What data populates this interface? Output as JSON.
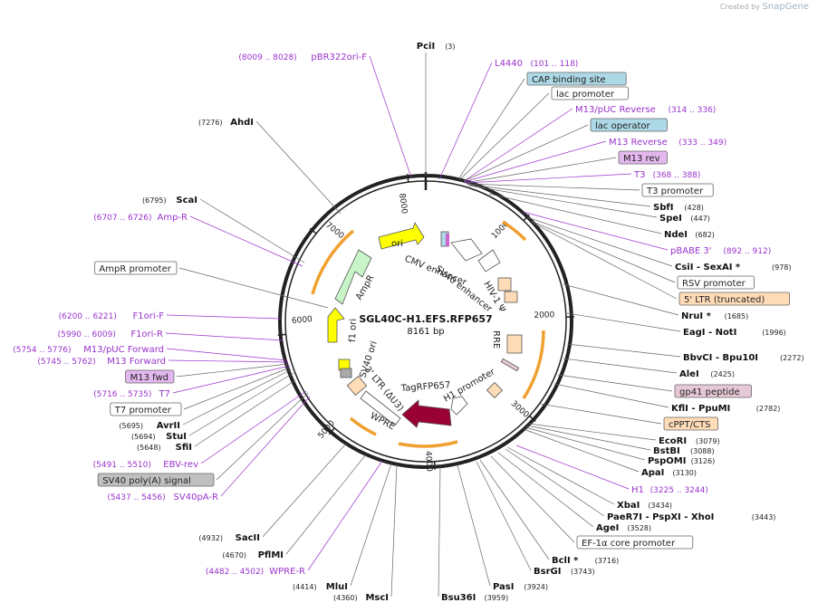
{
  "watermark": {
    "prefix": "Created by",
    "brand": "SnapGene"
  },
  "plasmid": {
    "name": "SGL40C-H1.EFS.RFP657",
    "length": "8161 bp"
  },
  "ring_ticks": [
    "1000",
    "2000",
    "3000",
    "4000",
    "5000",
    "6000",
    "7000",
    "8000"
  ],
  "colors": {
    "enzyme": "#111111",
    "primer": "#9933cc",
    "feature_box": "#ffffff",
    "cap_box": "#add8e6",
    "lac_op_box": "#add8e6",
    "m13_box": "#e4b8ee",
    "ltr_box": "#ffdcb8",
    "gp41_box": "#e6c8d6",
    "sv40_box": "#c0c0c0",
    "orf_arrow": "#f0a030"
  },
  "labels": [
    {
      "id": "pcii",
      "kind": "enzyme",
      "name": "PciI",
      "pos": "(3)"
    },
    {
      "id": "l4440",
      "kind": "primer",
      "name": "L4440",
      "pos": "(101 .. 118)"
    },
    {
      "id": "cap",
      "kind": "box",
      "name": "CAP binding site",
      "fill": "#add8e6"
    },
    {
      "id": "lacpro",
      "kind": "box",
      "name": "lac promoter",
      "fill": "#ffffff"
    },
    {
      "id": "m13puc",
      "kind": "primer",
      "name": "M13/pUC Reverse",
      "pos": "(314 .. 336)"
    },
    {
      "id": "lacop",
      "kind": "box",
      "name": "lac operator",
      "fill": "#add8e6"
    },
    {
      "id": "m13rev_p",
      "kind": "primer",
      "name": "M13 Reverse",
      "pos": "(333 .. 349)"
    },
    {
      "id": "m13rev_f",
      "kind": "box",
      "name": "M13 rev",
      "fill": "#e4b8ee"
    },
    {
      "id": "t3",
      "kind": "primer",
      "name": "T3",
      "pos": "(368 .. 388)"
    },
    {
      "id": "t3pro",
      "kind": "box",
      "name": "T3 promoter",
      "fill": "#ffffff"
    },
    {
      "id": "sbfi",
      "kind": "enzyme",
      "name": "SbfI",
      "pos": "(428)"
    },
    {
      "id": "spei",
      "kind": "enzyme",
      "name": "SpeI",
      "pos": "(447)"
    },
    {
      "id": "ndei",
      "kind": "enzyme",
      "name": "NdeI",
      "pos": "(682)"
    },
    {
      "id": "pbabe",
      "kind": "primer",
      "name": "pBABE 3'",
      "pos": "(892 .. 912)"
    },
    {
      "id": "csii",
      "kind": "enzyme",
      "name": "CsiI  - SexAI *",
      "pos": "(978)"
    },
    {
      "id": "rsv",
      "kind": "box",
      "name": "RSV promoter",
      "fill": "#ffffff"
    },
    {
      "id": "ltr5",
      "kind": "box",
      "name": "5' LTR (truncated)",
      "fill": "#ffdcb8"
    },
    {
      "id": "nrui",
      "kind": "enzyme",
      "name": "NruI *",
      "pos": "(1685)"
    },
    {
      "id": "eagi",
      "kind": "enzyme",
      "name": "EagI  - NotI",
      "pos": "(1996)"
    },
    {
      "id": "bbvci",
      "kind": "enzyme",
      "name": "BbvCI  - Bpu10I",
      "pos": "(2272)"
    },
    {
      "id": "alei",
      "kind": "enzyme",
      "name": "AleI",
      "pos": "(2425)"
    },
    {
      "id": "gp41",
      "kind": "box",
      "name": "gp41 peptide",
      "fill": "#e6c8d6"
    },
    {
      "id": "kfli",
      "kind": "enzyme",
      "name": "KflI  - PpuMI",
      "pos": "(2782)"
    },
    {
      "id": "cppt",
      "kind": "box",
      "name": "cPPT/CTS",
      "fill": "#ffdcb8"
    },
    {
      "id": "ecori",
      "kind": "enzyme",
      "name": "EcoRI",
      "pos": "(3079)"
    },
    {
      "id": "bstbi",
      "kind": "enzyme",
      "name": "BstBI",
      "pos": "(3088)"
    },
    {
      "id": "pspomi",
      "kind": "enzyme",
      "name": "PspOMI",
      "pos": "(3126)"
    },
    {
      "id": "apai",
      "kind": "enzyme",
      "name": "ApaI",
      "pos": "(3130)"
    },
    {
      "id": "h1p",
      "kind": "primer",
      "name": "H1",
      "pos": "(3225 .. 3244)"
    },
    {
      "id": "xbai",
      "kind": "enzyme",
      "name": "XbaI",
      "pos": "(3434)"
    },
    {
      "id": "paer7i",
      "kind": "enzyme",
      "name": "PaeR7I  - PspXI  - XhoI",
      "pos": "(3443)"
    },
    {
      "id": "agei",
      "kind": "enzyme",
      "name": "AgeI",
      "pos": "(3528)"
    },
    {
      "id": "ef1a",
      "kind": "box",
      "name": "EF-1α core promoter",
      "fill": "#ffffff"
    },
    {
      "id": "bcli",
      "kind": "enzyme",
      "name": "BclI *",
      "pos": "(3716)"
    },
    {
      "id": "bsrgi",
      "kind": "enzyme",
      "name": "BsrGI",
      "pos": "(3743)"
    },
    {
      "id": "pasi",
      "kind": "enzyme",
      "name": "PasI",
      "pos": "(3924)"
    },
    {
      "id": "bsu36i",
      "kind": "enzyme",
      "name": "Bsu36I",
      "pos": "(3959)"
    },
    {
      "id": "msci",
      "kind": "enzyme",
      "name": "MscI",
      "pos": "(4360)"
    },
    {
      "id": "mlui",
      "kind": "enzyme",
      "name": "MluI",
      "pos": "(4414)"
    },
    {
      "id": "wprer",
      "kind": "primer",
      "name": "WPRE-R",
      "pos": "(4482 .. 4502)"
    },
    {
      "id": "pflmi",
      "kind": "enzyme",
      "name": "PflMI",
      "pos": "(4670)"
    },
    {
      "id": "sacii",
      "kind": "enzyme",
      "name": "SacII",
      "pos": "(4932)"
    },
    {
      "id": "sv40par",
      "kind": "primer",
      "name": "SV40pA-R",
      "pos": "(5437 .. 5456)"
    },
    {
      "id": "sv40polya",
      "kind": "box",
      "name": "SV40 poly(A) signal",
      "fill": "#c0c0c0"
    },
    {
      "id": "ebvrev",
      "kind": "primer",
      "name": "EBV-rev",
      "pos": "(5491 .. 5510)"
    },
    {
      "id": "sfii",
      "kind": "enzyme",
      "name": "SfiI",
      "pos": "(5648)"
    },
    {
      "id": "stui",
      "kind": "enzyme",
      "name": "StuI",
      "pos": "(5694)"
    },
    {
      "id": "avrii",
      "kind": "enzyme",
      "name": "AvrII",
      "pos": "(5695)"
    },
    {
      "id": "t7pro",
      "kind": "box",
      "name": "T7 promoter",
      "fill": "#ffffff"
    },
    {
      "id": "t7",
      "kind": "primer",
      "name": "T7",
      "pos": "(5716 .. 5735)"
    },
    {
      "id": "m13fwd",
      "kind": "box",
      "name": "M13 fwd",
      "fill": "#e4b8ee"
    },
    {
      "id": "m13forward",
      "kind": "primer",
      "name": "M13 Forward",
      "pos": "(5745 .. 5762)"
    },
    {
      "id": "m13pucf",
      "kind": "primer",
      "name": "M13/pUC Forward",
      "pos": "(5754 .. 5776)"
    },
    {
      "id": "f1orir",
      "kind": "primer",
      "name": "F1ori-R",
      "pos": "(5990 .. 6009)"
    },
    {
      "id": "f1orif",
      "kind": "primer",
      "name": "F1ori-F",
      "pos": "(6200 .. 6221)"
    },
    {
      "id": "amprpro",
      "kind": "box",
      "name": "AmpR promoter",
      "fill": "#ffffff"
    },
    {
      "id": "ampr_p",
      "kind": "primer",
      "name": "Amp-R",
      "pos": "(6707 .. 6726)"
    },
    {
      "id": "scai",
      "kind": "enzyme",
      "name": "ScaI",
      "pos": "(6795)"
    },
    {
      "id": "ahdi",
      "kind": "enzyme",
      "name": "AhdI",
      "pos": "(7276)"
    },
    {
      "id": "pbr322",
      "kind": "primer",
      "name": "pBR322ori-F",
      "pos": "(8009 .. 8028)"
    }
  ],
  "inner_labels": {
    "ori": "ori",
    "cmv": "CMV enhancer",
    "sv40enh": "SV40 enhancer",
    "hiv": "HIV-1 Ψ",
    "rre": "RRE",
    "ampr": "AmpR",
    "f1": "f1 ori",
    "sv40ori": "SV40 ori",
    "ltr3": "3' LTR (ΔU3)",
    "tag": "TagRFP657",
    "h1pro": "H1 promoter",
    "wpre": "WPRE"
  }
}
